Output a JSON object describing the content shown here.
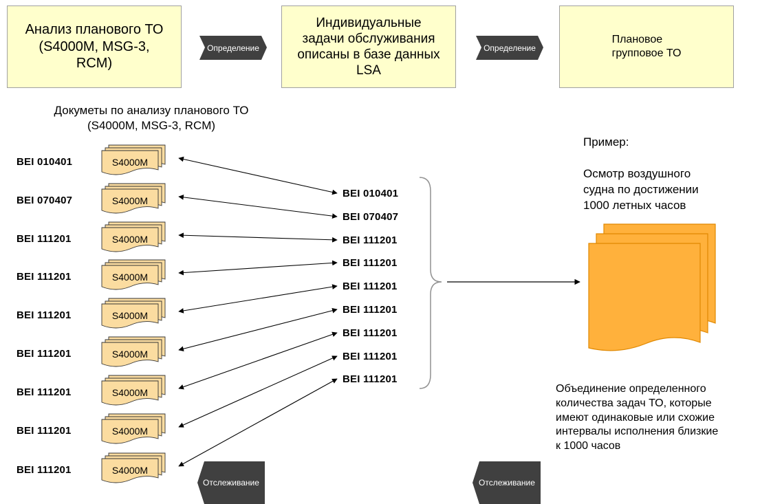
{
  "boxes": {
    "analysis": {
      "text": "Анализ планового ТО\n(S4000M, MSG-3,\nRCM)"
    },
    "tasks": {
      "text": "Индивидуальные\nзадачи обслуживания\nописаны в базе данных\nLSA"
    },
    "group": {
      "text": "Плановое\nгрупповое ТО"
    }
  },
  "arrows": {
    "definition_1": "Определение",
    "definition_2": "Определение",
    "tracking_1": "Отслеживание",
    "tracking_2": "Отслеживание"
  },
  "docs_heading": "Докуметы по анализу планового ТО\n(S4000M, MSG-3, RCM)",
  "doc_label": "S4000M",
  "left_codes": [
    "BEI 010401",
    "BEI 070407",
    "BEI 111201",
    "BEI 111201",
    "BEI 111201",
    "BEI 111201",
    "BEI 111201",
    "BEI 111201",
    "BEI 111201"
  ],
  "right_codes": [
    "BEI 010401",
    "BEI 070407",
    "BEI 111201",
    "BEI 111201",
    "BEI 111201",
    "BEI 111201",
    "BEI 111201",
    "BEI 111201",
    "BEI 111201"
  ],
  "example": {
    "title": "Пример:",
    "text": "Осмотр воздушного\nсудна по достижении\n1000 летных часов"
  },
  "summary": "Объединение определенного\nколичества задач ТО, которые\nимеют одинаковые или схожие\nинтервалы исполнения близкие\nк 1000 часов",
  "colors": {
    "box_fill": "#ffffcc",
    "doc_fill": "#fbdca0",
    "stack_fill": "#ffb13c",
    "stack_stroke": "#e08800",
    "chevron_fill": "#404040"
  }
}
